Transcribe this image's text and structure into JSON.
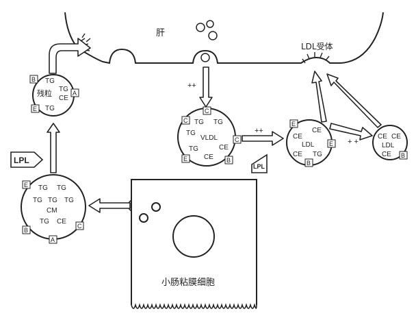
{
  "labels": {
    "liver": "肝",
    "ldl_receptor": "LDL受体",
    "intestinal_cell": "小肠粘膜细胞",
    "lpl": "LPL",
    "plus_plus": "++",
    "plus_plus_2": "+ +"
  },
  "remnant": {
    "tags": [
      "B",
      "A",
      "E"
    ],
    "lines": [
      "TG",
      "残粒",
      "TG",
      "CE",
      "TG"
    ]
  },
  "cm": {
    "tags": [
      "E",
      "B",
      "A",
      "C"
    ],
    "lines": [
      "TG",
      "TG",
      "TG",
      "TG",
      "TG",
      "CM",
      "TG",
      "CE"
    ]
  },
  "vldl": {
    "tags": [
      "C",
      "C",
      "C",
      "E",
      "B"
    ],
    "lines": [
      "TG",
      "TG",
      "TG",
      "VLDL",
      "TG",
      "CE",
      "CE"
    ]
  },
  "ldl": {
    "tags": [
      "E",
      "E",
      "B"
    ],
    "lines": [
      "CE",
      "CE",
      "LDL",
      "CE",
      "TG"
    ]
  },
  "ldl_small": {
    "tags": [
      "B"
    ],
    "lines": [
      "CE",
      "CE",
      "LDL",
      "CE"
    ]
  }
}
